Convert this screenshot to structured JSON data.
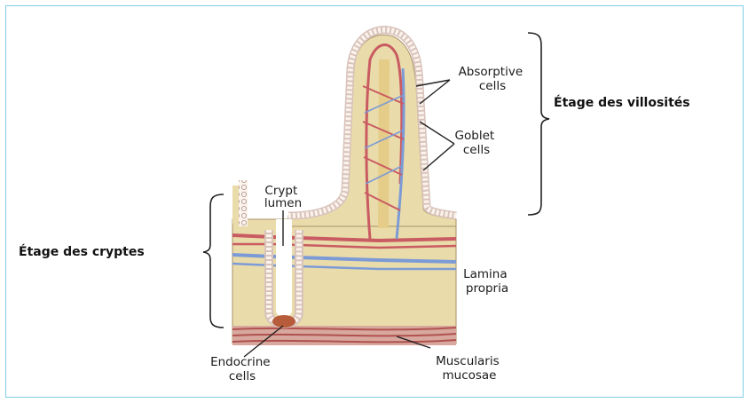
{
  "labels": {
    "absorptive": [
      "Absorptive",
      "cells"
    ],
    "goblet": [
      "Goblet",
      "cells"
    ],
    "crypt_lumen": [
      "Crypt",
      "lumen"
    ],
    "lamina_propria": [
      "Lamina",
      "propria"
    ],
    "endocrine": [
      "Endocrine",
      "cells"
    ],
    "muscularis": [
      "Muscularis",
      "mucosae"
    ]
  },
  "sections": {
    "villi": "Étage des villosités",
    "crypts": "Étage des cryptes"
  },
  "colors": {
    "tissue": "#eadcaa",
    "tissue_dark": "#ddc98e",
    "epithelium": "#fbf3ec",
    "vessel_red": "#c95b62",
    "vessel_blue": "#7c9bd6",
    "muscle": "#c98a86",
    "frame": "#7fd0e6"
  }
}
